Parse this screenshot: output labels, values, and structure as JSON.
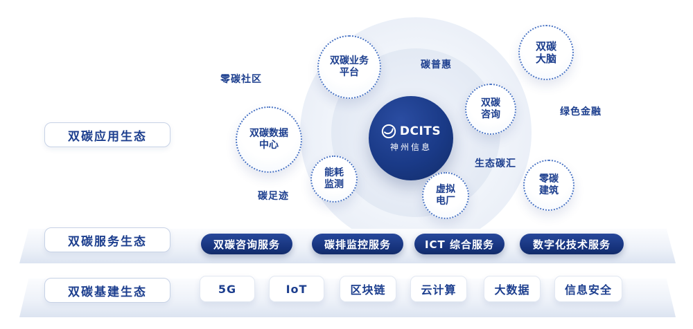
{
  "colors": {
    "primary_text": "#1c3e8e",
    "pill_bg": "#16337c",
    "dotted_border": "#4a74c4",
    "center_circle": "#1a3a87"
  },
  "center": {
    "logo_text": "DCITS",
    "logo_subtext": "神州信息"
  },
  "side_labels": {
    "application": "双碳应用生态",
    "service": "双碳服务生态",
    "infrastructure": "双碳基建生态"
  },
  "bubbles": {
    "business_platform": {
      "line1": "双碳业务",
      "line2": "平台"
    },
    "carbon_brain": {
      "line1": "双碳",
      "line2": "大脑"
    },
    "carbon_consulting": {
      "line1": "双碳",
      "line2": "咨询"
    },
    "data_center": {
      "line1": "双碳数据",
      "line2": "中心"
    },
    "energy_monitoring": {
      "line1": "能耗",
      "line2": "监测"
    },
    "virtual_power_plant": {
      "line1": "虚拟",
      "line2": "电厂"
    },
    "zero_carbon_building": {
      "line1": "零碳",
      "line2": "建筑"
    }
  },
  "floating_labels": {
    "zero_carbon_community": "零碳社区",
    "carbon_inclusive": "碳普惠",
    "green_finance": "绿色金融",
    "eco_carbon_sink": "生态碳汇",
    "carbon_footprint": "碳足迹"
  },
  "service_pills": [
    "双碳咨询服务",
    "碳排监控服务",
    "ICT 综合服务",
    "数字化技术服务"
  ],
  "infra_items": [
    "5G",
    "IoT",
    "区块链",
    "云计算",
    "大数据",
    "信息安全"
  ]
}
